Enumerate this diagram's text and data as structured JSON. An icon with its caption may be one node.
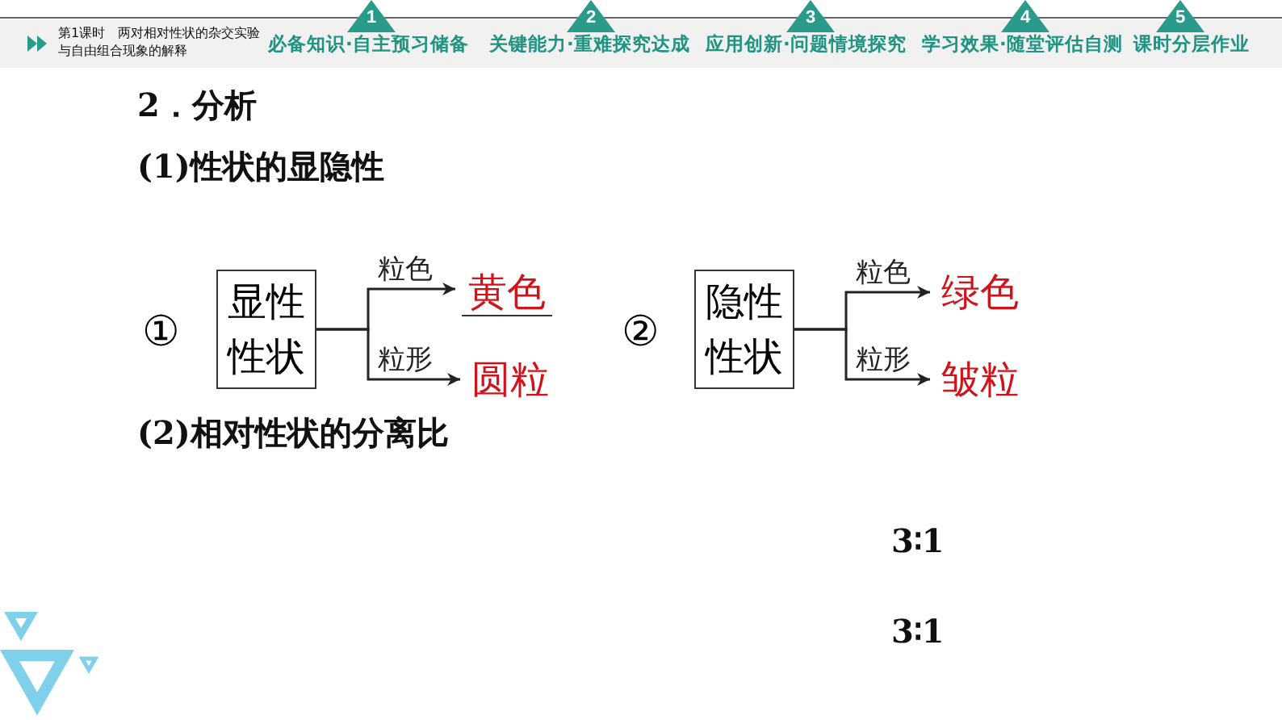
{
  "diagram": {
    "nodes": [
      {
        "text": [
          "显性性状"
        ]
      },
      {
        "text": [
          "黄色"
        ]
      },
      {
        "text": [
          "圆粒"
        ]
      },
      {
        "text": [
          "隐性性状"
        ]
      },
      {
        "text": [
          "绿色"
        ]
      },
      {
        "text": [
          "皱粒"
        ]
      }
    ],
    "edges": [
      {
        "from": 0,
        "to": 1,
        "arrow": "to",
        "label": "粒色"
      },
      {
        "from": 0,
        "to": 2,
        "arrow": "to",
        "label": "粒形"
      },
      {
        "from": 3,
        "to": 4,
        "arrow": "to",
        "label": "粒色"
      },
      {
        "from": 3,
        "to": 5,
        "arrow": "to",
        "label": "粒形"
      }
    ],
    "labels": [
      "第1课时　两对相对性状的杂交实验与自由组合现象的解释",
      "1",
      "必备知识·自主预习储备",
      "2",
      "关键能力·重难探究达成",
      "3",
      "应用创新·问题情境探究",
      "4",
      "学习效果·随堂评估自测",
      "5",
      "课时分层作业",
      "2．分析",
      "(1)性状的显隐性",
      "①",
      "②",
      "(2)相对性状的分离比",
      "3∶1",
      "3∶1"
    ]
  }
}
